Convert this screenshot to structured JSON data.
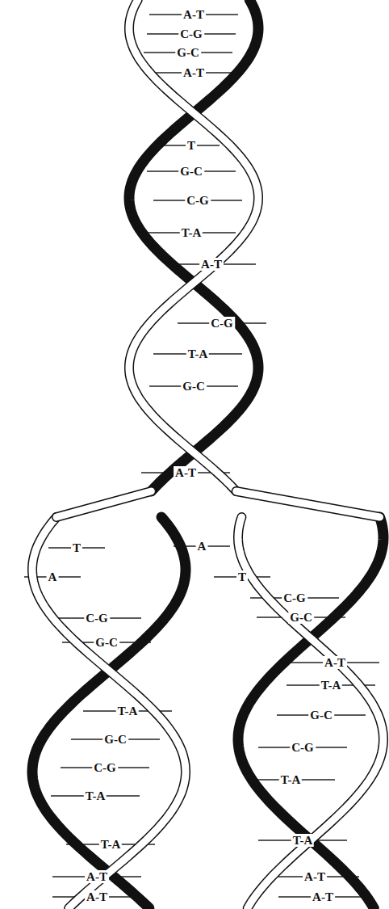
{
  "diagram": {
    "labels": [
      "A-T",
      "C-G",
      "G-C",
      "A-T",
      "T",
      "G-C",
      "C-G",
      "T-A",
      "A-T",
      "C-G",
      "T-A",
      "G-C",
      "A-T",
      "T",
      "A",
      "A",
      "T",
      "C-G",
      "G-C",
      "T-A",
      "G-C",
      "C-G",
      "T-A",
      "T-A",
      "A-T",
      "A-T",
      "C-G",
      "G-C",
      "A-T",
      "T-A",
      "G-C",
      "C-G",
      "T-A",
      "T-A",
      "A-T",
      "A-T"
    ]
  }
}
